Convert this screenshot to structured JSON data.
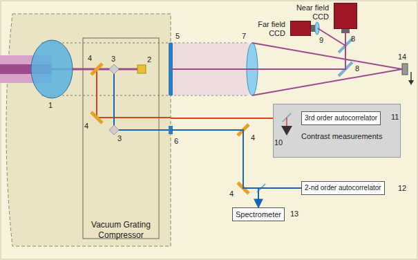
{
  "diagram": {
    "nodes": [
      {
        "text": [
          "Vacuum Grating Compressor"
        ]
      },
      {
        "text": [
          "Contrast measurements"
        ]
      },
      {
        "text": [
          "3rd order autocorrelator"
        ],
        "in": 1
      },
      {
        "text": [
          "2-nd order autocorrelator"
        ]
      },
      {
        "text": [
          "Spectrometer"
        ]
      },
      {
        "text": [
          "Near field CCD"
        ]
      },
      {
        "text": [
          "Far field CCD"
        ]
      }
    ],
    "edges": [
      {
        "from": 0,
        "to": 2,
        "arrow": "none"
      },
      {
        "from": 0,
        "to": 3,
        "arrow": "none"
      },
      {
        "from": 0,
        "to": 4,
        "arrow": "to"
      },
      {
        "from": 0,
        "to": 5,
        "arrow": "none"
      },
      {
        "from": 0,
        "to": 6,
        "arrow": "none"
      }
    ],
    "labels": [
      "1",
      "2",
      "4",
      "3",
      "4",
      "3",
      "5",
      "6",
      "7",
      "8",
      "8",
      "9",
      "10",
      "11",
      "4",
      "4",
      "12",
      "13",
      "14"
    ]
  }
}
